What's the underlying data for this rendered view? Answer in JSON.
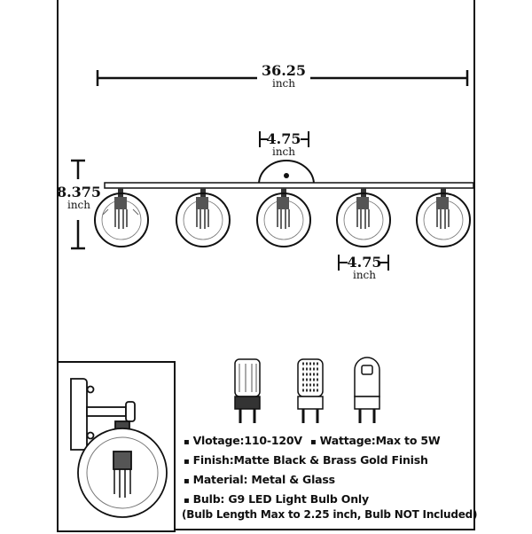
{
  "dimensions": {
    "overall_width": {
      "value": "36.25",
      "unit": "inch"
    },
    "height": {
      "value": "8.375",
      "unit": "inch"
    },
    "backplate_width": {
      "value": "4.75",
      "unit": "inch"
    },
    "shade_width": {
      "value": "4.75",
      "unit": "inch"
    }
  },
  "specs": {
    "voltage": "Vlotage:110-120V",
    "wattage": "Wattage:Max to 5W",
    "finish": "Finish:Matte Black & Brass Gold Finish",
    "material": "Material: Metal & Glass",
    "bulb": "Bulb: G9 LED Light Bulb Only",
    "bulb_note": "(Bulb Length Max to 2.25 inch, Bulb NOT Included)"
  },
  "bullet": "▪",
  "icons": [
    "vanity-light-fixture-icon",
    "g9-bulb-icon",
    "globe-shade-icon"
  ]
}
